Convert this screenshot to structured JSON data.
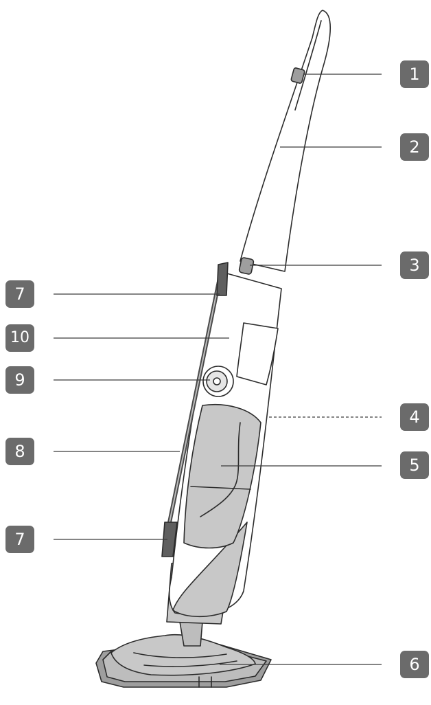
{
  "diagram": {
    "product": "upright steam mop with removable handheld unit",
    "colors": {
      "outline": "#2b2b2b",
      "body": "#ffffff",
      "part_fill": "#c8c8c8",
      "part_dark": "#9e9e9e",
      "badge": "#6b6b6b",
      "badge_text": "#ffffff"
    },
    "callouts": [
      {
        "id": "c1",
        "label": "1",
        "side": "right",
        "line": "solid"
      },
      {
        "id": "c2",
        "label": "2",
        "side": "right",
        "line": "solid"
      },
      {
        "id": "c3",
        "label": "3",
        "side": "right",
        "line": "solid"
      },
      {
        "id": "c4",
        "label": "4",
        "side": "right",
        "line": "dashed"
      },
      {
        "id": "c5",
        "label": "5",
        "side": "right",
        "line": "solid"
      },
      {
        "id": "c6",
        "label": "6",
        "side": "right",
        "line": "solid"
      },
      {
        "id": "c7a",
        "label": "7",
        "side": "left",
        "line": "solid"
      },
      {
        "id": "c10",
        "label": "10",
        "side": "left",
        "line": "solid"
      },
      {
        "id": "c9",
        "label": "9",
        "side": "left",
        "line": "solid"
      },
      {
        "id": "c8",
        "label": "8",
        "side": "left",
        "line": "solid"
      },
      {
        "id": "c7b",
        "label": "7",
        "side": "left",
        "line": "solid"
      }
    ]
  }
}
